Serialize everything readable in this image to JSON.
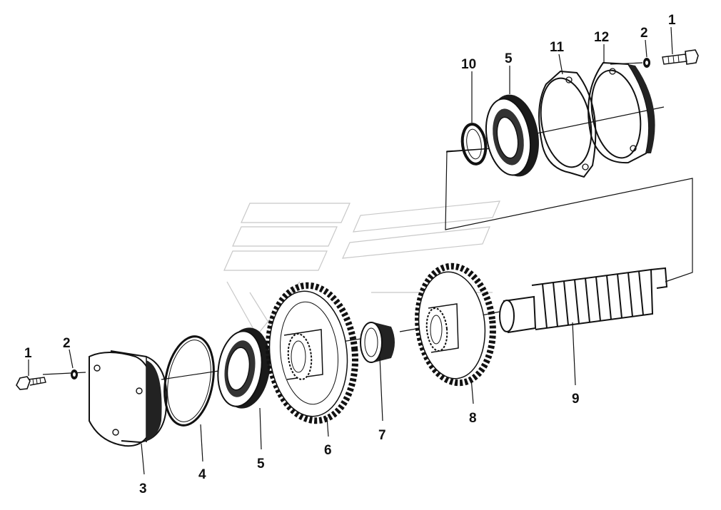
{
  "diagram": {
    "labels": {
      "bolt_left": "1",
      "washer_left": "2",
      "cover": "3",
      "o_ring": "4",
      "bearing_front": "5",
      "gear_large": "6",
      "spacer": "7",
      "gear_small": "8",
      "shaft": "9",
      "snap_ring": "10",
      "bearing_rear": "5",
      "gasket": "11",
      "retainer_plate": "12",
      "washer_right": "2",
      "bolt_right": "1"
    }
  }
}
